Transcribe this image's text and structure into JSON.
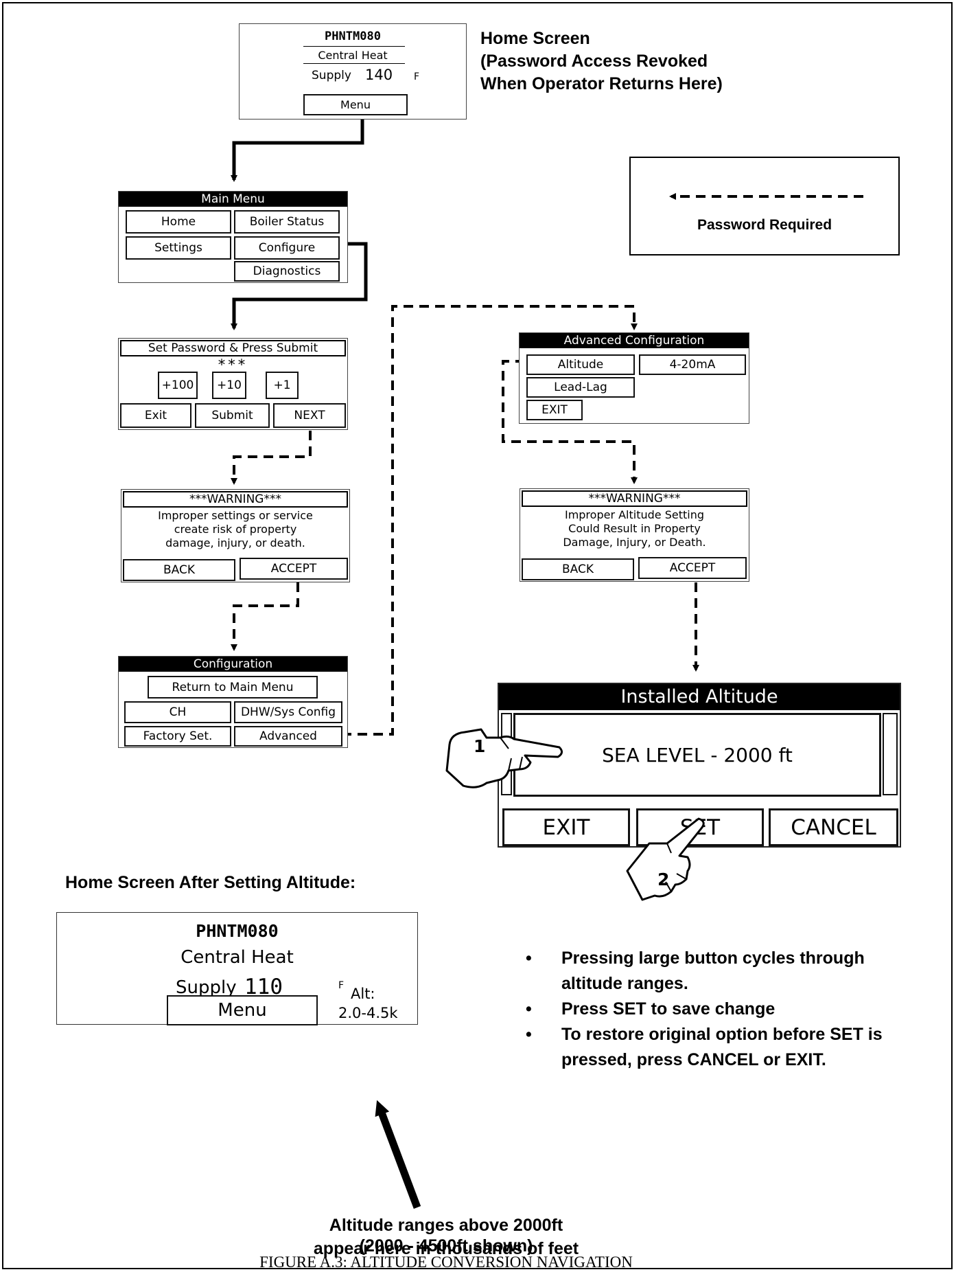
{
  "home": {
    "model": "PHNTM080",
    "mode": "Central Heat",
    "supply_label": "Supply",
    "supply_value": "140",
    "unit": "F",
    "menu_label": "Menu"
  },
  "home_caption": [
    "Home Screen",
    "(Password Access Revoked",
    "When Operator Returns Here)"
  ],
  "legend": {
    "label": "Password Required"
  },
  "main_menu": {
    "title": "Main Menu",
    "home": "Home",
    "boiler_status": "Boiler Status",
    "settings": "Settings",
    "configure": "Configure",
    "diagnostics": "Diagnostics"
  },
  "password": {
    "title": "Set Password & Press Submit",
    "mask": "***",
    "plus100": "+100",
    "plus10": "+10",
    "plus1": "+1",
    "exit": "Exit",
    "submit": "Submit",
    "next": "NEXT"
  },
  "warning1": {
    "title": "***WARNING***",
    "lines": [
      "Improper settings or service",
      "create risk of property",
      "damage, injury, or death."
    ],
    "back": "BACK",
    "accept": "ACCEPT"
  },
  "configuration": {
    "title": "Configuration",
    "return": "Return to Main Menu",
    "ch": "CH",
    "dhw": "DHW/Sys Config",
    "factory": "Factory Set.",
    "advanced": "Advanced"
  },
  "advanced": {
    "title": "Advanced Configuration",
    "altitude": "Altitude",
    "ma": "4-20mA",
    "leadlag": "Lead-Lag",
    "exit": "EXIT"
  },
  "warning2": {
    "title": "***WARNING***",
    "lines": [
      "Improper Altitude Setting",
      "Could Result in Property",
      "Damage, Injury, or Death."
    ],
    "back": "BACK",
    "accept": "ACCEPT"
  },
  "installed": {
    "title": "Installed Altitude",
    "value": "SEA LEVEL - 2000 ft",
    "exit": "EXIT",
    "set": "SET",
    "cancel": "CANCEL",
    "step1": "1",
    "step2": "2"
  },
  "after_caption": "Home Screen After Setting Altitude:",
  "home2": {
    "model": "PHNTM080",
    "mode": "Central Heat",
    "supply_label": "Supply",
    "supply_value": "110",
    "unit": "F",
    "menu_label": "Menu",
    "alt_label": "Alt:",
    "alt_value": "2.0-4.5k"
  },
  "bullets": [
    "Pressing large button cycles through altitude ranges.",
    "Press SET to save change",
    "To restore original option before SET is pressed, press CANCEL or EXIT."
  ],
  "bottom_caption": [
    "Altitude ranges above 2000ft",
    "appear here in thousands of feet",
    "(2000 - 4500ft shown)"
  ],
  "figure_title": "FIGURE A.3:  ALTITUDE CONVERSION NAVIGATION"
}
